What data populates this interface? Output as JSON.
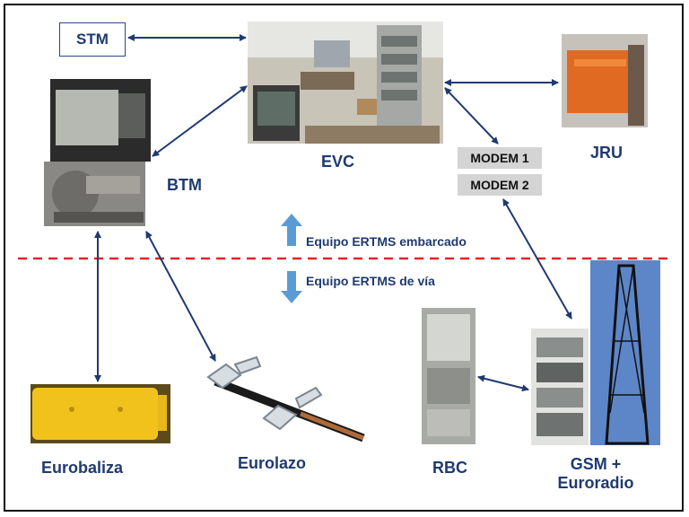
{
  "nodes": {
    "stm": "STM",
    "evc": "EVC",
    "btm": "BTM",
    "jru": "JRU",
    "modem1": "MODEM 1",
    "modem2": "MODEM 2",
    "eurobaliza": "Eurobaliza",
    "eurolazo": "Eurolazo",
    "rbc": "RBC",
    "gsm_line1": "GSM +",
    "gsm_line2": "Euroradio"
  },
  "legend": {
    "onboard": "Equipo ERTMS embarcado",
    "trackside": "Equipo ERTMS de vía"
  },
  "colors": {
    "arrow": "#1f3a70",
    "legend_arrow": "#5b9bd5",
    "divider": "#e0262a",
    "label": "#1f3a70"
  }
}
